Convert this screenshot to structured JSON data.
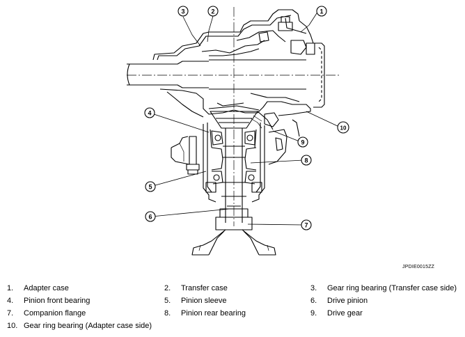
{
  "figure_code": "JPDIE0015ZZ",
  "callouts": [
    "1",
    "2",
    "3",
    "4",
    "5",
    "6",
    "7",
    "8",
    "9",
    "10"
  ],
  "legend": [
    {
      "num": "1.",
      "label": "Adapter case"
    },
    {
      "num": "2.",
      "label": "Transfer case"
    },
    {
      "num": "3.",
      "label": "Gear ring bearing (Transfer case side)"
    },
    {
      "num": "4.",
      "label": "Pinion front bearing"
    },
    {
      "num": "5.",
      "label": "Pinion sleeve"
    },
    {
      "num": "6.",
      "label": "Drive pinion"
    },
    {
      "num": "7.",
      "label": "Companion flange"
    },
    {
      "num": "8.",
      "label": "Pinion rear bearing"
    },
    {
      "num": "9.",
      "label": "Drive gear"
    },
    {
      "num": "10.",
      "label": "Gear ring bearing (Adapter case side)"
    }
  ]
}
